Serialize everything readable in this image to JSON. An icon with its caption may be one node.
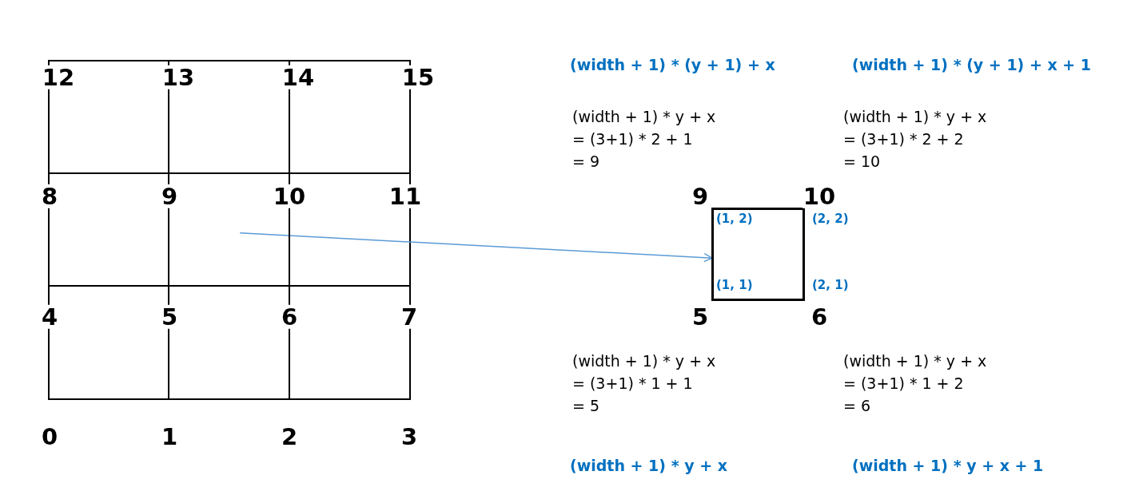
{
  "diagram": {
    "nodes": [
      {
        "text": [],
        "shape": "box"
      },
      {
        "text": [
          "(1, 2)",
          "(1, 1)"
        ],
        "beside": [
          "(2, 2)",
          "(2, 1)"
        ]
      }
    ],
    "edges": [
      {
        "from": 0,
        "to": 1,
        "arrow": "to"
      }
    ],
    "labels": [
      "12",
      "13",
      "14",
      "15",
      "8",
      "9",
      "10",
      "11",
      "4",
      "5",
      "6",
      "7",
      "0",
      "1",
      "2",
      "3",
      "(width + 1) * (y + 1) + x",
      "(width + 1) * (y + 1) + x + 1",
      "(width + 1) * y + x",
      "= (3+1) * 2 + 1",
      "= 9",
      "(width + 1) * y + x",
      "= (3+1) * 2 + 2",
      "= 10",
      "9",
      "10",
      "5",
      "6",
      "(width + 1) * y + x",
      "= (3+1) * 1 + 1",
      "= 5",
      "(width + 1) * y + x",
      "= (3+1) * 1 + 2",
      "= 6",
      "(width + 1) * y + x",
      "(width + 1) * y + x + 1"
    ]
  }
}
